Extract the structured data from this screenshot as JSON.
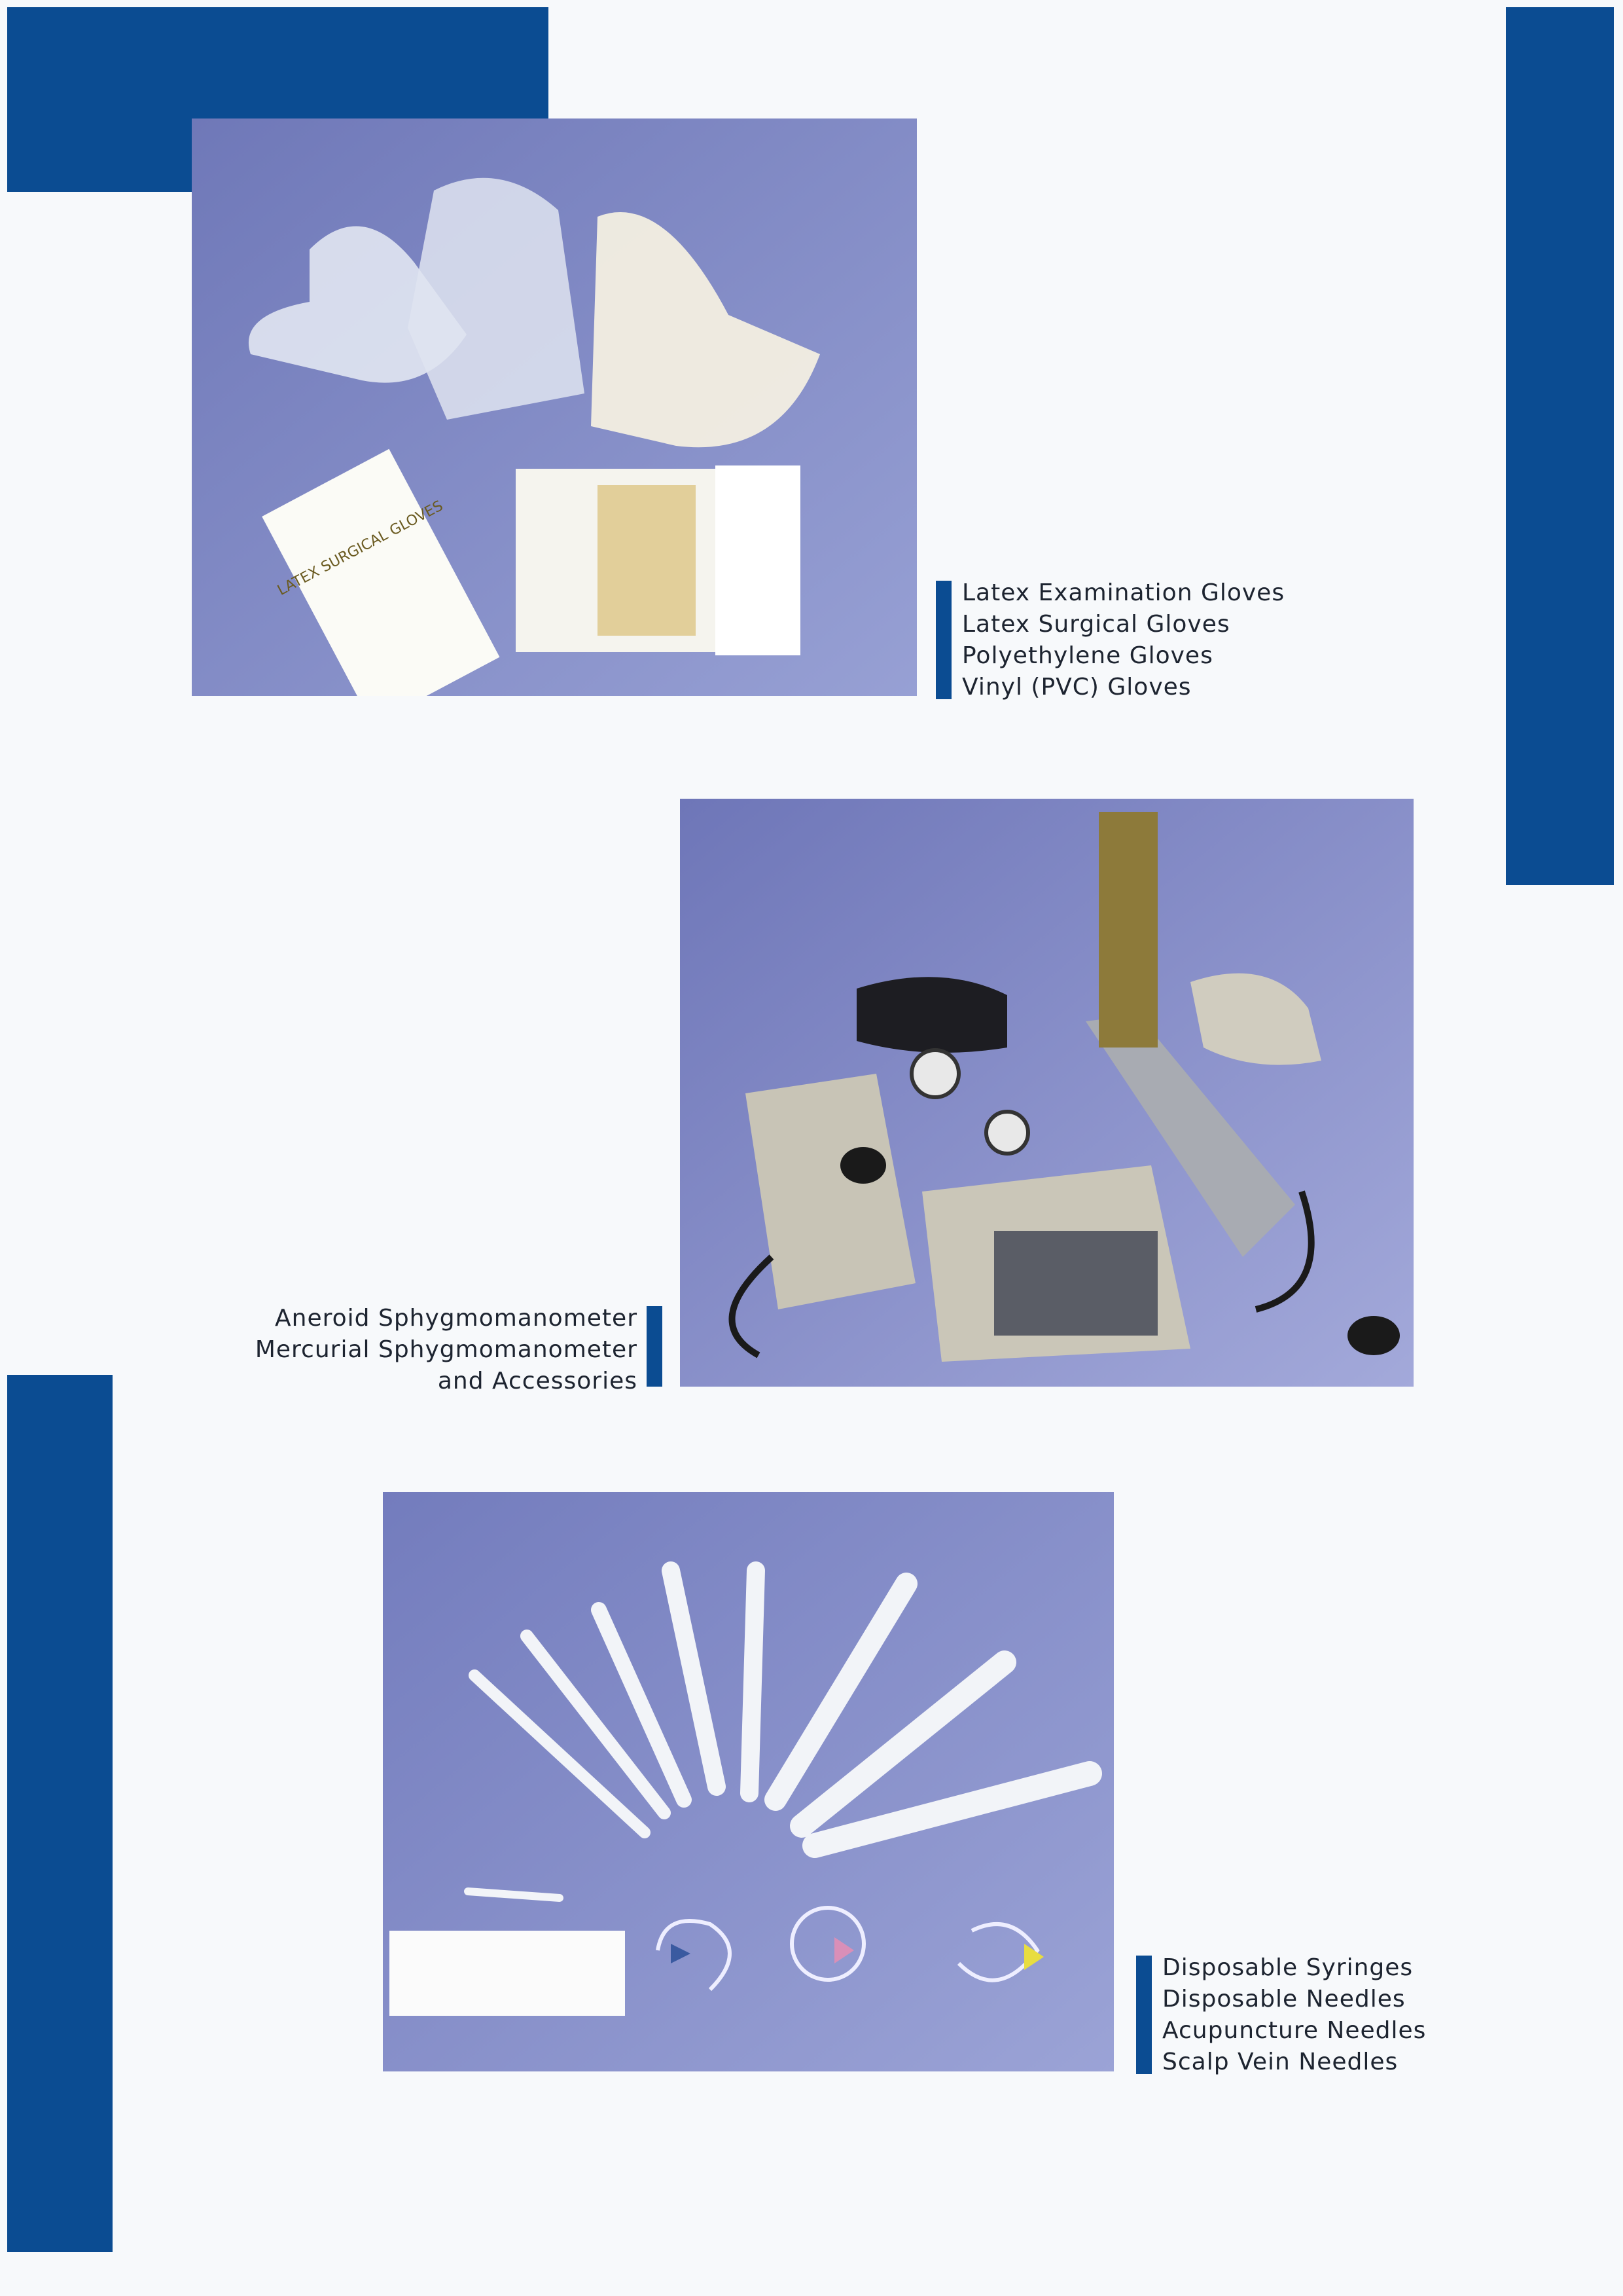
{
  "sections": [
    {
      "product_image": "gloves-photo",
      "packet_text": "LATEX SURGICAL GLOVES",
      "items": [
        "Latex Examination Gloves",
        "Latex Surgical Gloves",
        "Polyethylene Gloves",
        "Vinyl (PVC) Gloves"
      ]
    },
    {
      "product_image": "sphygmomanometer-photo",
      "items": [
        "Aneroid Sphygmomanometer",
        "Mercurial Sphygmomanometer",
        "and Accessories"
      ]
    },
    {
      "product_image": "syringes-needles-photo",
      "items": [
        "Disposable Syringes",
        "Disposable Needles",
        "Acupuncture Needles",
        "Scalp Vein Needles"
      ]
    }
  ],
  "colors": {
    "accent": "#0b4c92",
    "photo_bg": "#7f88c6"
  }
}
